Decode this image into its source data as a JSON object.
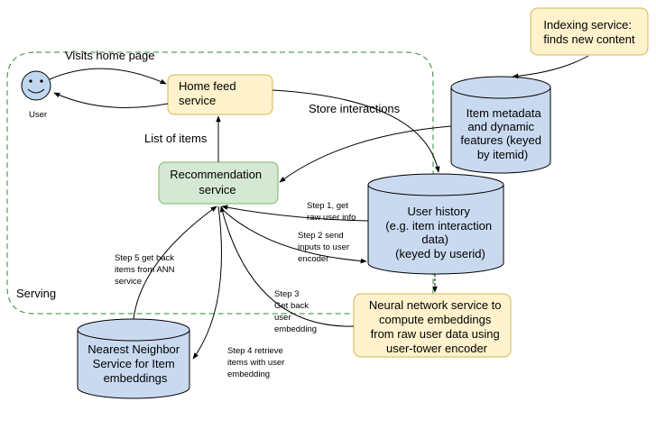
{
  "colors": {
    "yellow_fill": "#FFF2CC",
    "yellow_stroke": "#D6B656",
    "green_fill": "#D5E8D4",
    "green_stroke": "#82B366",
    "blue_fill": "#C9DAF0",
    "blue_stroke": "#000000",
    "serving_border": "#2E8B2E",
    "user_face": "#BFD6EE"
  },
  "icons": {
    "user": "smiley-face-icon"
  },
  "nodes": {
    "indexing_service": [
      "Indexing service:",
      "finds new content"
    ],
    "user": "User",
    "home_feed": [
      "Home feed",
      "service"
    ],
    "item_metadata": [
      "Item metadata",
      "and dynamic",
      "features  (keyed",
      "by itemid)"
    ],
    "recommendation": [
      "Recommendation",
      "service"
    ],
    "user_history": [
      "User history",
      "(e.g. item interaction",
      "data)",
      "(keyed by userid)"
    ],
    "neural_network": [
      "Neural network service to",
      "compute embeddings",
      "from raw user data using",
      "user-tower encoder"
    ],
    "nearest_neighbor": [
      "Nearest Neighbor",
      "Service for Item",
      "embeddings"
    ]
  },
  "groups": {
    "serving": "Serving"
  },
  "edge_labels": {
    "visits_home_page": "Visits home page",
    "store_interactions": "Store interactions",
    "list_of_items": "List of items",
    "step1": [
      "Step 1, get",
      "raw user info"
    ],
    "step2": [
      "Step 2 send",
      "inputs to user",
      "encoder"
    ],
    "step3": [
      "Step 3",
      "Get back",
      "user",
      "embedding"
    ],
    "step4": [
      "Step 4 retrieve",
      "items with user",
      "embedding"
    ],
    "step5": [
      "Step 5 get back",
      "items from ANN",
      "service"
    ]
  }
}
